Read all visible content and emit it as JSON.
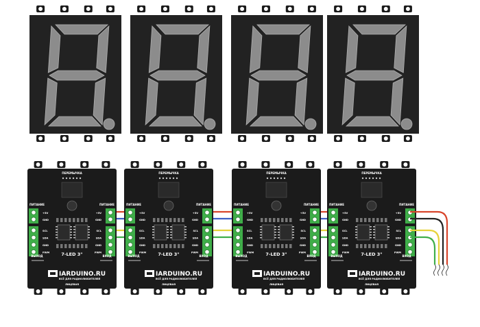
{
  "displays": [
    {
      "digit": "8",
      "lit": false
    },
    {
      "digit": "8",
      "lit": false
    },
    {
      "digit": "8",
      "lit": false
    },
    {
      "digit": "8",
      "lit": false
    }
  ],
  "colors": {
    "display_body": "#222222",
    "segment_off": "#8c8c8c",
    "segment_stroke": "#b0b0b0",
    "pcb": "#1b1b1b",
    "terminal": "#3fae49",
    "wire_red": "#d8452b",
    "wire_blue": "#3d5fc4",
    "wire_yellow": "#e6d23a",
    "wire_green": "#3fae49",
    "wire_black": "#222222"
  },
  "board": {
    "model_label": "7-LED 3\"",
    "brand": "IARDUINO.RU",
    "slogan": "ВСЁ ДЛЯ РАДИОЛЮБИТЕЛЕЙ",
    "top_label": "ПЕРЕМЫЧКА",
    "bottom_label": "ЛИЦЕВАЯ",
    "left_block_title": "ПИТАНИЕ",
    "right_block_title": "ПИТАНИЕ",
    "left_out_label": "ВЫХОД",
    "right_in_label": "ВХОД",
    "pins_power": [
      "+5V",
      "GND"
    ],
    "pins_data": [
      "SCL",
      "SDA",
      "GND",
      "PWM"
    ]
  }
}
